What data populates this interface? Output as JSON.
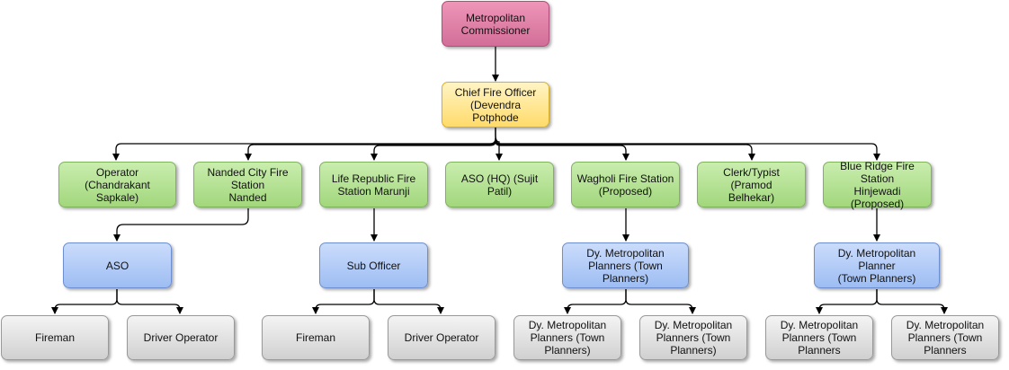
{
  "nodes": {
    "commissioner": "Metropolitan\nCommissioner",
    "chief": "Chief Fire Officer\n(Devendra Potphode",
    "operator": "Operator (Chandrakant\nSapkale)",
    "nanded": "Nanded City Fire\nStation\nNanded",
    "life": "Life Republic Fire\nStation Marunji",
    "aso_hq": "ASO (HQ) (Sujit Patil)",
    "wagholi": "Wagholi Fire Station\n(Proposed)",
    "clerk": "Clerk/Typist (Pramod\nBelhekar)",
    "blue_ridge": "Blue Ridge Fire\nStation\nHinjewadi\n(Proposed)",
    "aso": "ASO",
    "sub_officer": "Sub Officer",
    "dy_planners_1": "Dy. Metropolitan\nPlanners (Town\nPlanners)",
    "dy_planner_2": "Dy. Metropolitan Planner\n(Town Planners)",
    "fireman_1": "Fireman",
    "driver_1": "Driver Operator",
    "fireman_2": "Fireman",
    "driver_2": "Driver Operator",
    "dy_leaf_1": "Dy. Metropolitan\nPlanners (Town\nPlanners)",
    "dy_leaf_2": "Dy. Metropolitan\nPlanners (Town\nPlanners)",
    "dy_leaf_3": "Dy. Metropolitan\nPlanners (Town\nPlanners",
    "dy_leaf_4": "Dy. Metropolitan\nPlanners (Town\nPlanners"
  }
}
